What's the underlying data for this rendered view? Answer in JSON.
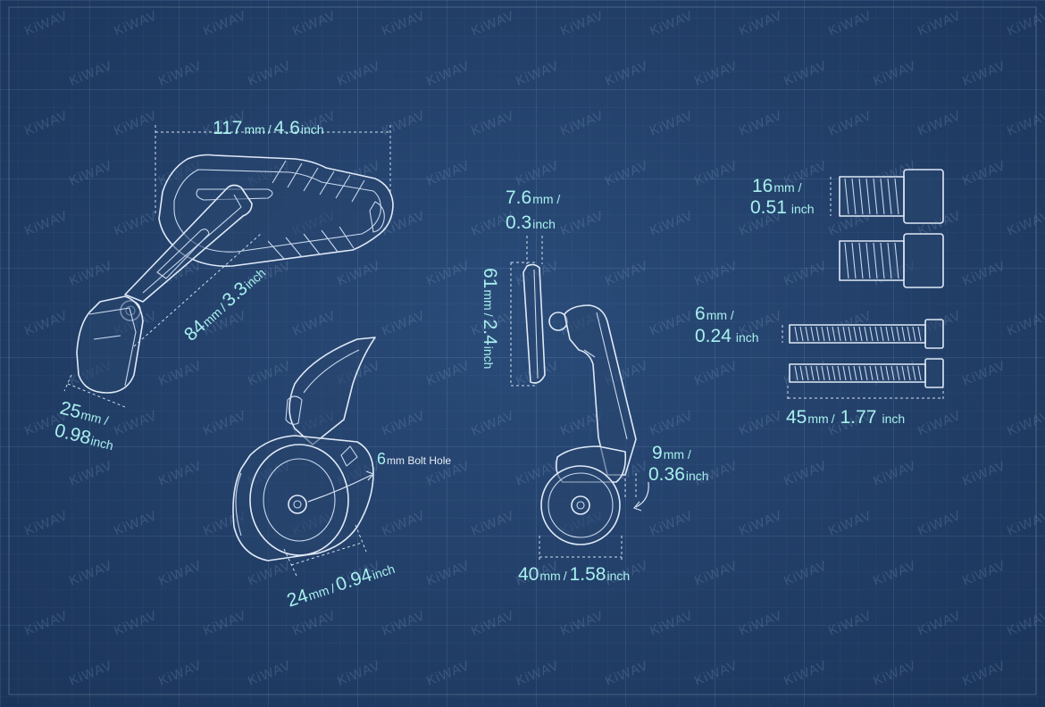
{
  "watermark": "KiWAV",
  "labels": {
    "width_mm": "117",
    "width_mm_unit": "mm",
    "width_in": "4.6",
    "width_in_unit": "inch",
    "arm_mm": "84",
    "arm_mm_unit": "mm",
    "arm_in": "3.3",
    "arm_in_unit": "inch",
    "base_mm": "25",
    "base_mm_unit": "mm /",
    "base_in": "0.98",
    "base_in_unit": "inch",
    "bolt_hole_num": "6",
    "bolt_hole_text": "mm Bolt Hole",
    "clamp_mm": "24",
    "clamp_mm_unit": "mm",
    "clamp_in": "0.94",
    "clamp_in_unit": "inch",
    "depth_mm": "7.6",
    "depth_mm_unit": "mm /",
    "depth_in": "0.3",
    "depth_in_unit": "inch",
    "height_mm": "61",
    "height_mm_unit": "mm",
    "height_in": "2.4",
    "height_in_unit": "inch",
    "offset_mm": "9",
    "offset_mm_unit": "mm /",
    "offset_in": "0.36",
    "offset_in_unit": "inch",
    "side_mm": "40",
    "side_mm_unit": "mm",
    "side_in": "1.58",
    "side_in_unit": "inch",
    "bolt16_mm": "16",
    "bolt16_mm_unit": "mm /",
    "bolt16_in": "0.51",
    "bolt16_in_unit": "inch",
    "bolt6_mm": "6",
    "bolt6_mm_unit": "mm /",
    "bolt6_in": "0.24",
    "bolt6_in_unit": "inch",
    "bolt45_mm": "45",
    "bolt45_mm_unit": "mm",
    "bolt45_in": "1.77",
    "bolt45_in_unit": "inch",
    "slash": "/"
  }
}
